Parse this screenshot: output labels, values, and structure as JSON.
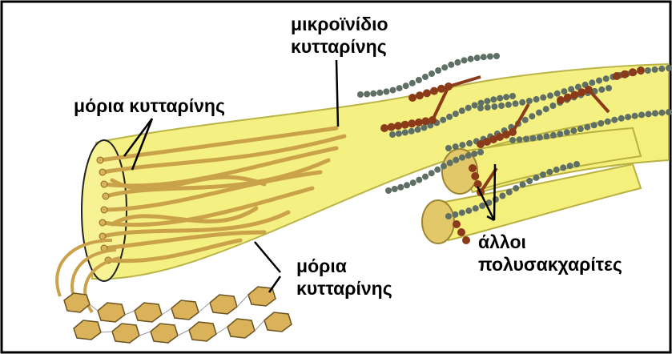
{
  "labels": {
    "microfibril_line1": "μικροϊνίδιο",
    "microfibril_line2": "κυτταρίνης",
    "molecules_top": "μόρια κυτταρίνης",
    "molecules_bottom_line1": "μόρια",
    "molecules_bottom_line2": "κυτταρίνης",
    "other_line1": "άλλοι",
    "other_line2": "πολυσακχαρίτες"
  },
  "colors": {
    "fibril_fill": "#f5f07c",
    "fibril_edge": "#b8b040",
    "strand": "#c9a24a",
    "hexagon": "#d9b25a",
    "brown_chain": "#8b3a1a",
    "grey_chain": "#5f6f66",
    "frame": "#000000"
  }
}
